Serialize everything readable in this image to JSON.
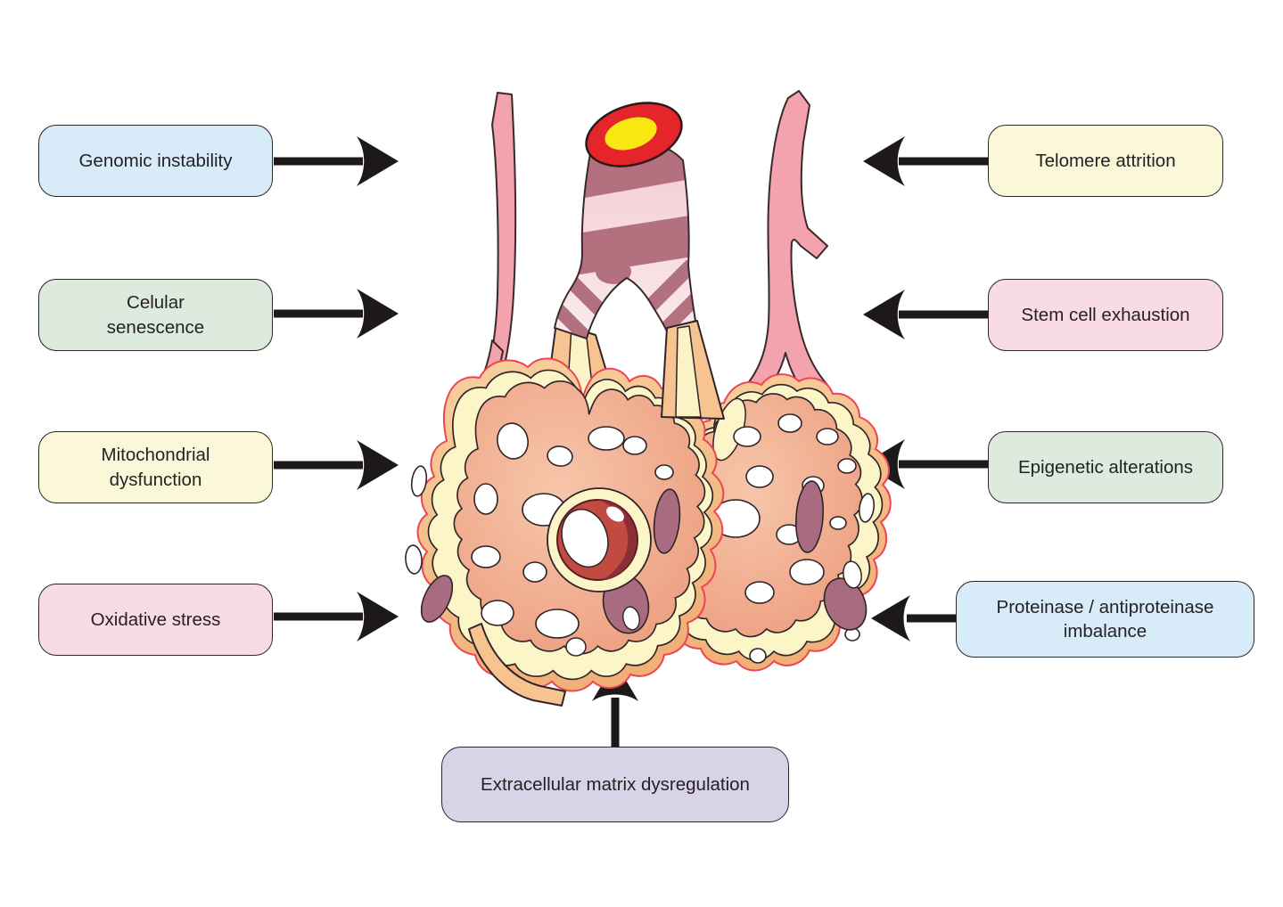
{
  "canvas": {
    "background": "#ffffff",
    "description": "Hallmarks of lung aging diagram around a bronchiole and alveolar sacs illustration"
  },
  "boxes": [
    {
      "id": "genomic-instability",
      "label": "Genomic instability",
      "color": "#d8ebf9",
      "side": "left"
    },
    {
      "id": "cellular-senescence",
      "label": "Celular\nsenescence",
      "color": "#dcebdd",
      "side": "left"
    },
    {
      "id": "mitochondrial-dysfunction",
      "label": "Mitochondrial\ndysfunction",
      "color": "#fbf8d9",
      "side": "left"
    },
    {
      "id": "oxidative-stress",
      "label": "Oxidative stress",
      "color": "#f9dbe7",
      "side": "left"
    },
    {
      "id": "telomere-attrition",
      "label": "Telomere attrition",
      "color": "#fbf8d9",
      "side": "right"
    },
    {
      "id": "stem-cell-exhaustion",
      "label": "Stem cell exhaustion",
      "color": "#f9dbe7",
      "side": "right"
    },
    {
      "id": "epigenetic-alterations",
      "label": "Epigenetic alterations",
      "color": "#dcebdd",
      "side": "right"
    },
    {
      "id": "proteinase-antiproteinase-imbalance",
      "label": "Proteinase / antiproteinase\nimbalance",
      "color": "#d8ebf9",
      "side": "right"
    },
    {
      "id": "extracellular-matrix-dysregulation",
      "label": "Extracellular matrix dysregulation",
      "color": "#d8d3e7",
      "side": "bottom"
    }
  ],
  "arrows": {
    "color": "#1d191a",
    "count": 9,
    "direction": "all pointing toward the central lung illustration"
  },
  "illustration": {
    "name": "bronchiole-and-alveolar-sacs",
    "colors": {
      "bronchiole_ring": "#e6252b",
      "bronchiole_lumen": "#f8e712",
      "bronchiole_stripe": "#b3707e",
      "bronchiole_light": "#f6d6dc",
      "vessel_pink": "#f2a3ad",
      "sac_outline": "#ee4454",
      "sac_peach": "#f5c08d",
      "sac_salmon": "#f0a98a",
      "septa_cream": "#fcf5c8",
      "patch_maroon": "#a96b80",
      "central_vessel_red": "#c24a41"
    }
  }
}
